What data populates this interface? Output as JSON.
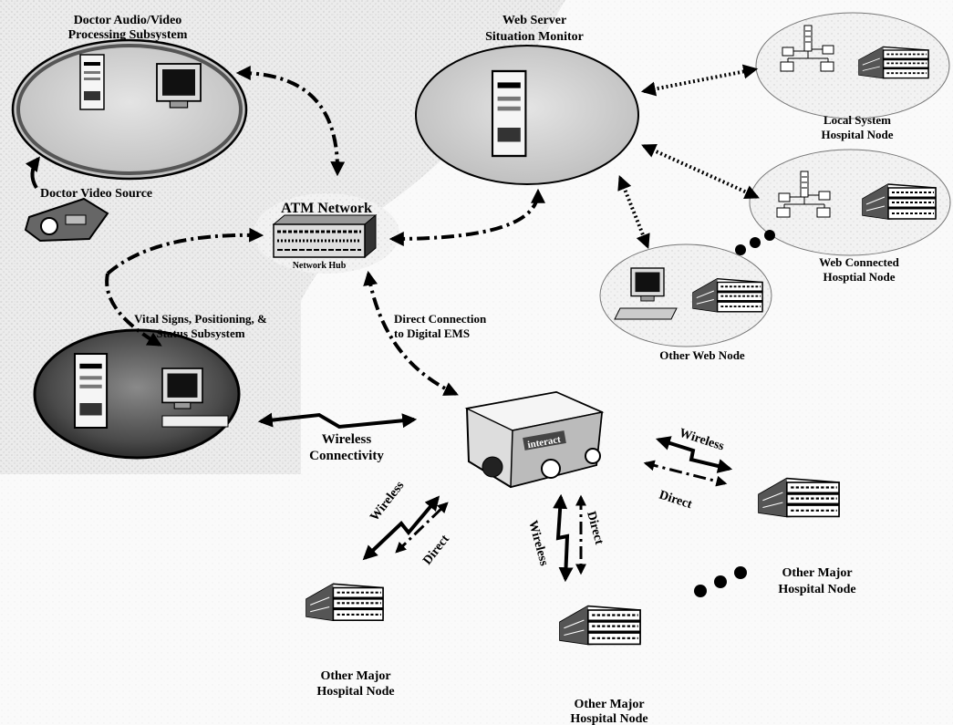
{
  "diagram": {
    "labels": {
      "doctor_av_line1": "Doctor Audio/Video",
      "doctor_av_line2": "Processing Subsystem",
      "doctor_video_source": "Doctor Video Source",
      "atm_network": "ATM Network",
      "network_hub": "Network Hub",
      "web_server_line1": "Web Server",
      "web_server_line2": "Situation Monitor",
      "local_system_line1": "Local System",
      "local_system_line2": "Hospital Node",
      "web_connected_line1": "Web Connected",
      "web_connected_line2": "Hosptial Node",
      "other_web_node": "Other Web Node",
      "vital_signs_line1": "Vital Signs, Positioning, &",
      "vital_signs_line2": "Status Subsystem",
      "direct_connection_line1": "Direct Connection",
      "direct_connection_line2": "to Digital EMS",
      "wireless_connectivity_line1": "Wireless",
      "wireless_connectivity_line2": "Connectivity",
      "ambulance_logo": "interact",
      "wireless_left": "Wireless",
      "direct_left": "Direct",
      "wireless_mid": "Wireless",
      "direct_mid": "Direct",
      "wireless_right": "Wireless",
      "direct_right": "Direct",
      "hospital_left_line1": "Other Major",
      "hospital_left_line2": "Hospital Node",
      "hospital_mid_line1": "Other Major",
      "hospital_mid_line2": "Hospital Node",
      "hospital_right_line1": "Other Major",
      "hospital_right_line2": "Hospital Node"
    }
  }
}
